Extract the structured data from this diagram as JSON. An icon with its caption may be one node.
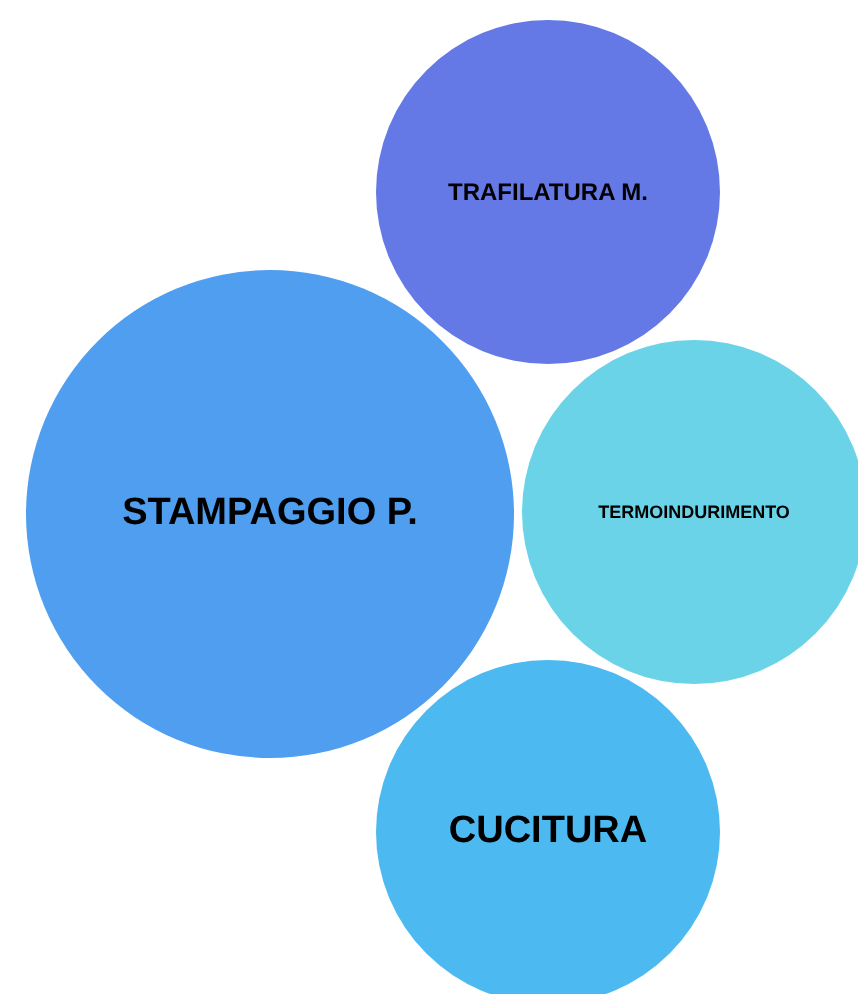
{
  "diagram": {
    "nodes": [
      {
        "text": [
          "TRAFILATURA M."
        ]
      },
      {
        "text": [
          "STAMPAGGIO P."
        ]
      },
      {
        "text": [
          "TERMOINDURIMENTO"
        ]
      },
      {
        "text": [
          "CUCITURA"
        ]
      }
    ]
  }
}
